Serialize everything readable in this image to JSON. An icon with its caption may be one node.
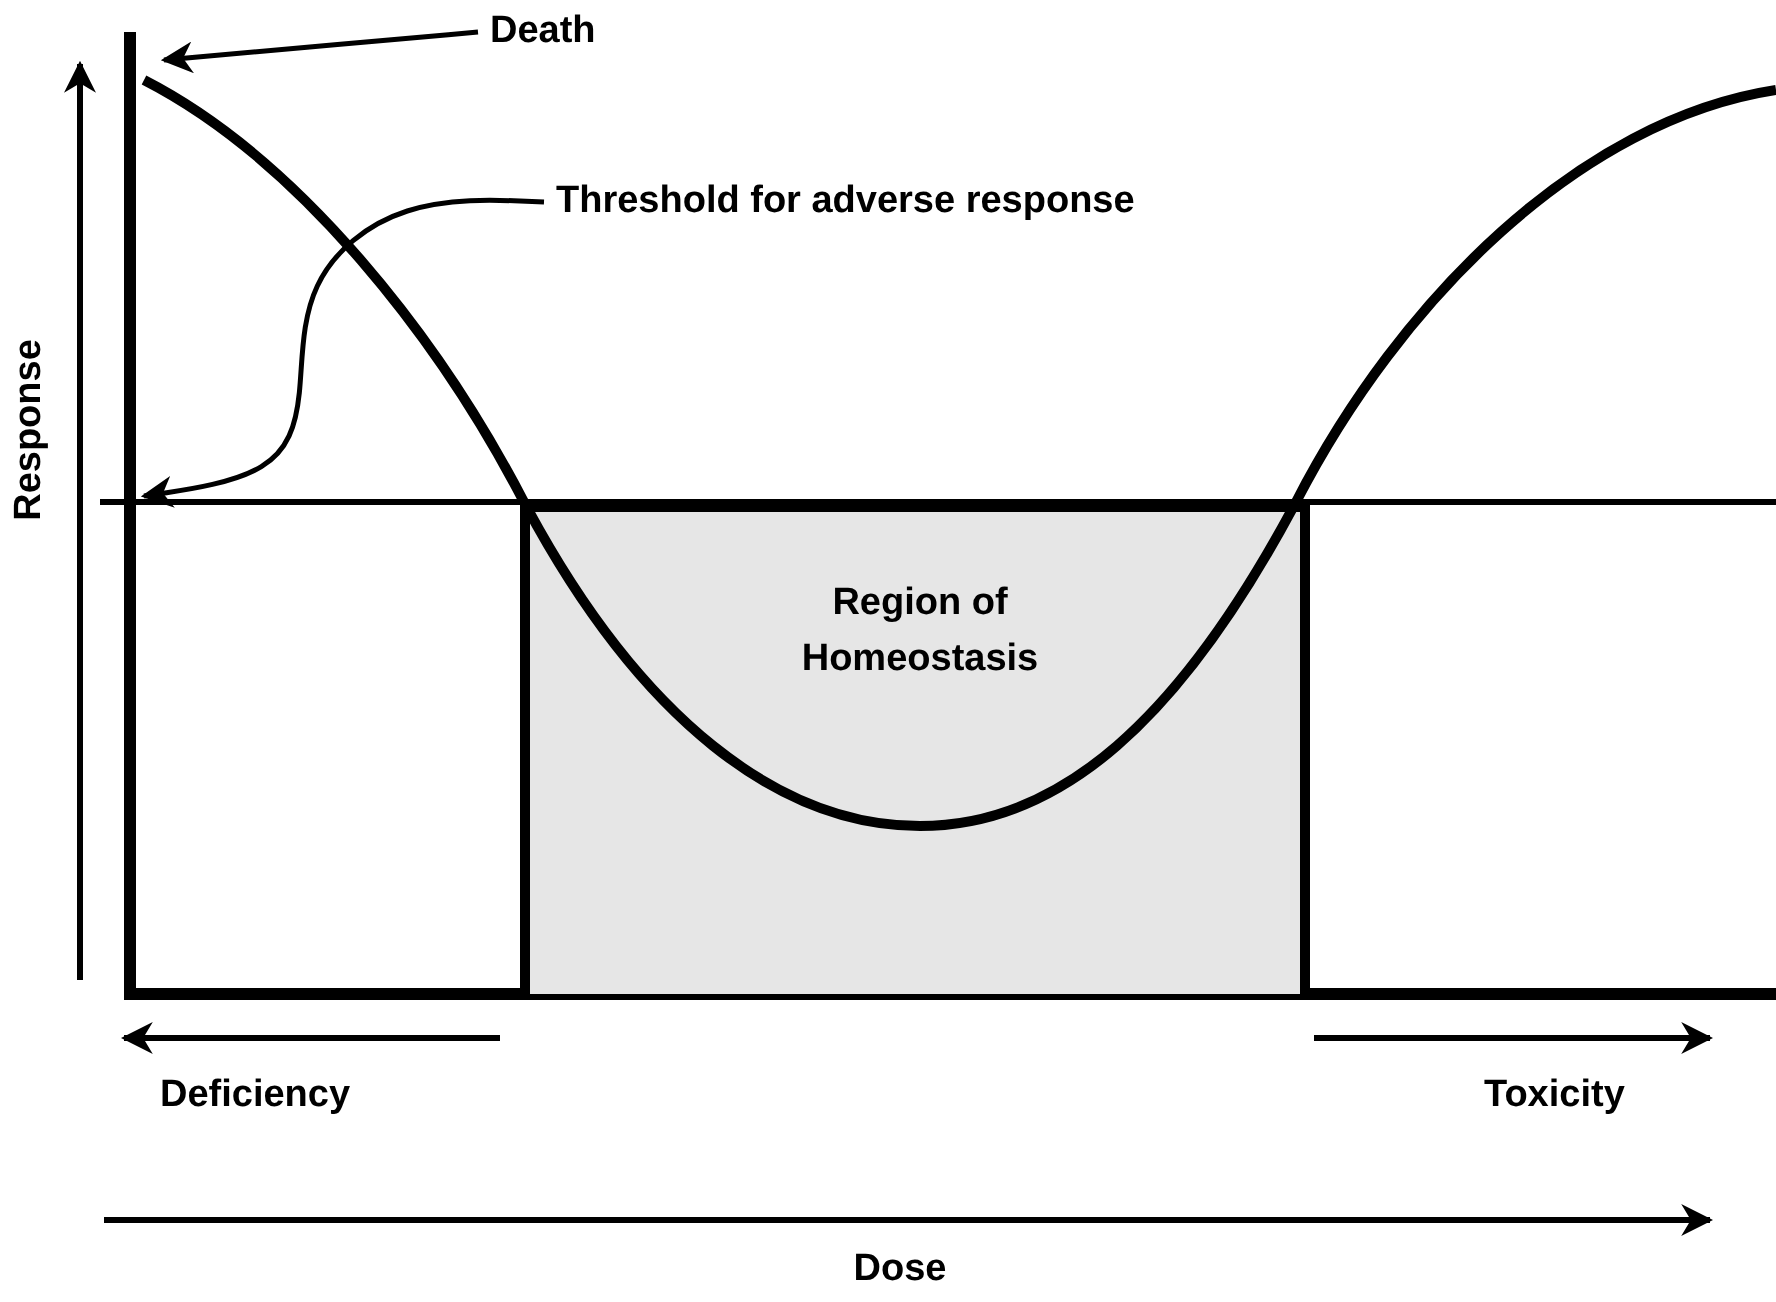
{
  "diagram": {
    "nodes": [
      {
        "text": [
          "Death"
        ]
      },
      {
        "text": [
          "Threshold for adverse response"
        ]
      },
      {
        "text": [
          "Region of Homeostasis"
        ]
      }
    ],
    "edges": [
      {
        "from": 0,
        "to": null,
        "arrow": "to"
      },
      {
        "from": 1,
        "to": null,
        "arrow": "to"
      }
    ],
    "labels": [
      "Response",
      "Deficiency",
      "Toxicity",
      "Dose"
    ]
  }
}
